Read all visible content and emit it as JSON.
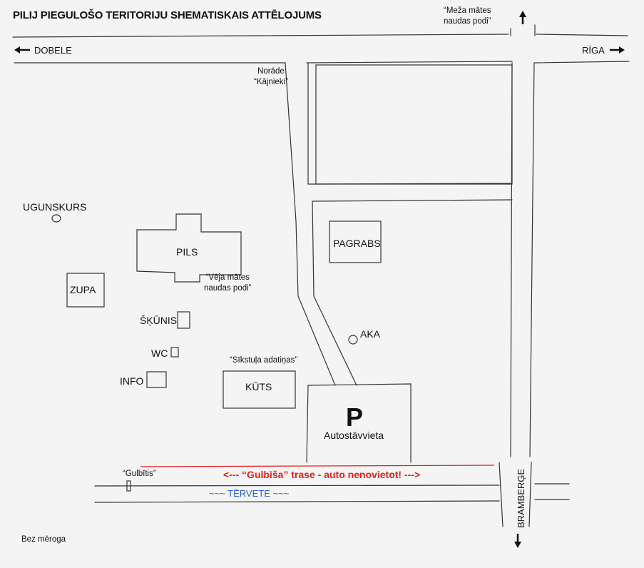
{
  "title": "PILIJ  PIEGULOŠO TERITORIJU SHEMATISKAIS ATTĒLOJUMS",
  "directions": {
    "west": "DOBELE",
    "east": "RĪGA",
    "south": "BRAMBERĢE"
  },
  "labels": {
    "meza_mates_line1": "“Meža mātes",
    "meza_mates_line2": "naudas podi”",
    "norade_line1": "Norāde",
    "norade_line2": "“Kājnieki”",
    "ugunskurs": "UGUNSKURS",
    "pils": "PILS",
    "veja_mates_line1": "“Vēja mātes",
    "veja_mates_line2": "naudas podi”",
    "zupa": "ZUPA",
    "skunis": "ŠĶŪNIS",
    "wc": "WC",
    "info": "INFO",
    "sikstula": "“Sīkstuļa adatiņas”",
    "kuts": "KŪTS",
    "pagrabs": "PAGRABS",
    "aka": "AKA",
    "parking_symbol": "P",
    "parking": "Autostāvvieta",
    "gulbitis": "“Gulbītis”",
    "warning": "<--- “Gulbīša” trase - auto nenovietot! --->",
    "river": "~~~ TĒRVETE ~~~",
    "scale_note": "Bez mēroga"
  },
  "colors": {
    "warning": "#e02020",
    "river": "#2a5fd0",
    "ink": "#222222"
  }
}
